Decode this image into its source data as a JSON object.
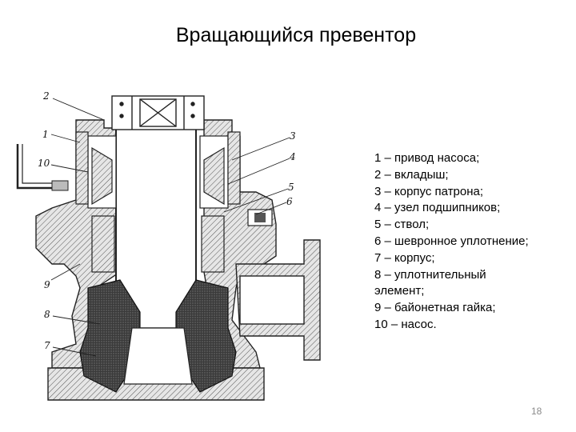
{
  "slide": {
    "title": "Вращающийся превентор",
    "page_number": "18"
  },
  "legend": [
    "1 – привод насоса;",
    "2 – вкладыш;",
    "3 – корпус патрона;",
    "4 – узел подшипников;",
    "5 – ствол;",
    "6 – шевронное уплотнение;",
    "7 – корпус;",
    "8 – уплотнительный",
    "элемент;",
    "9 – байонетная гайка;",
    "10 – насос."
  ],
  "drawing": {
    "callouts": [
      "1",
      "2",
      "3",
      "4",
      "5",
      "6",
      "7",
      "8",
      "9",
      "10"
    ]
  }
}
